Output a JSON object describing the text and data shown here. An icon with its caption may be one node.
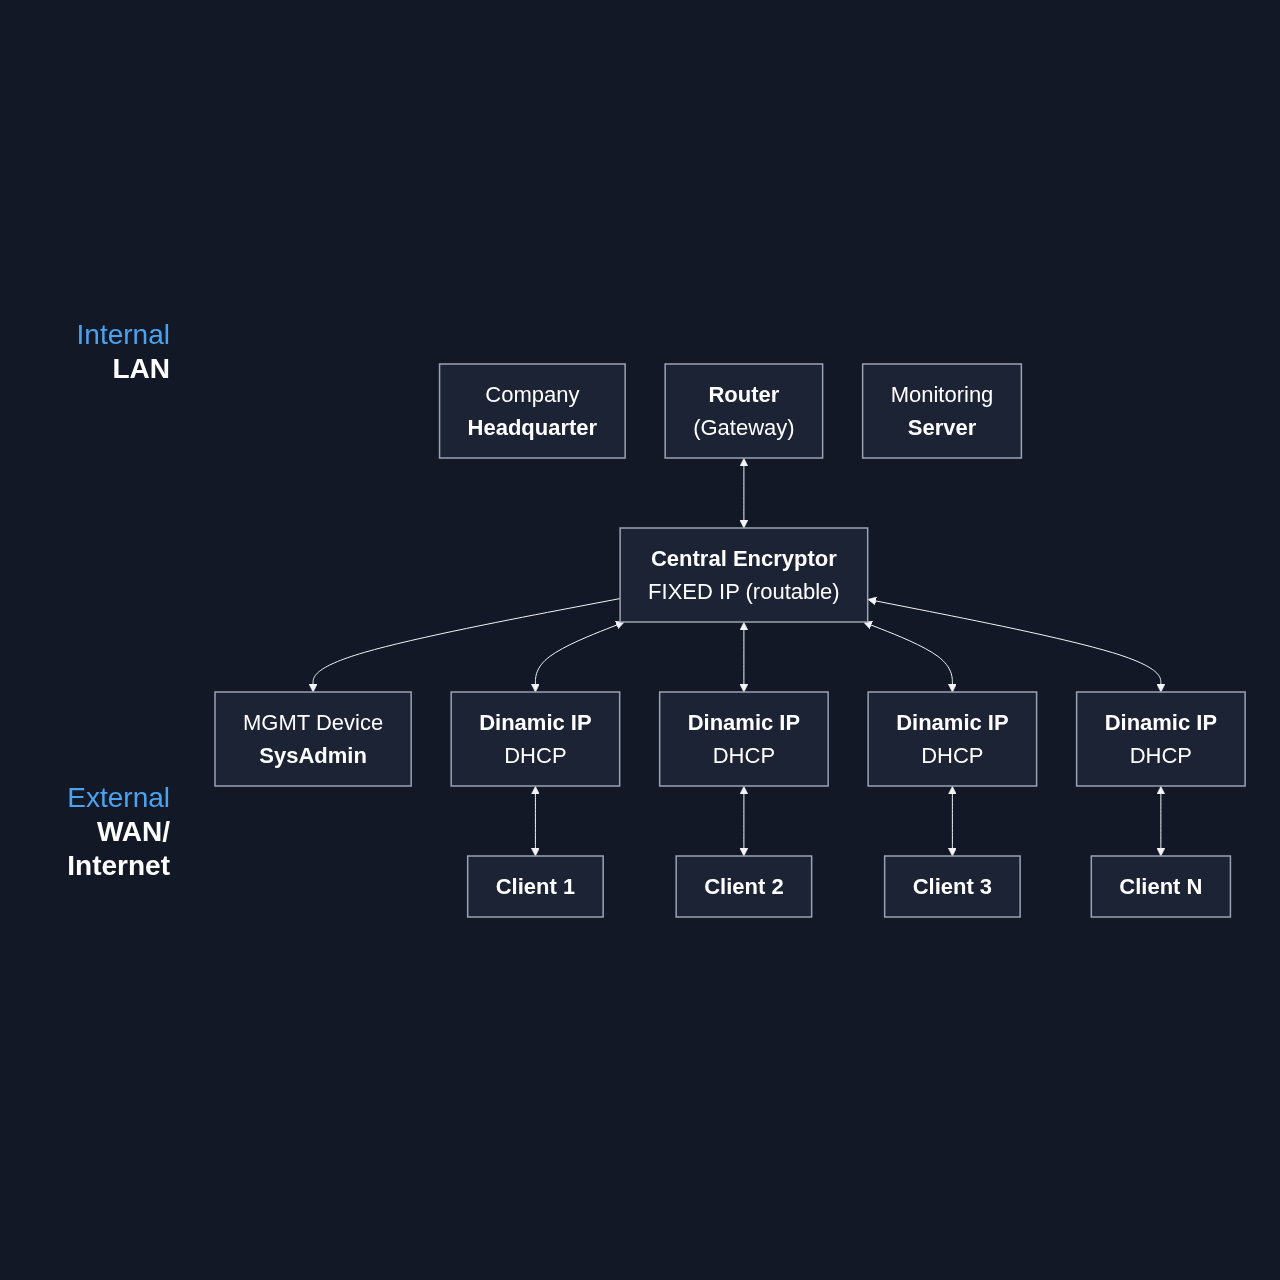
{
  "diagram": {
    "nodes": [
      {
        "text": [
          "Company",
          "Headquarter"
        ]
      },
      {
        "text": [
          "Router",
          "(Gateway)"
        ]
      },
      {
        "text": [
          "MGMT Device",
          "SysAdmin"
        ]
      },
      {
        "text": [
          "Monitoring",
          "Server"
        ]
      },
      {
        "text": [
          "Central Encryptor",
          "FIXED IP (routable)"
        ]
      },
      {
        "text": [
          "Dinamic IP",
          "DHCP"
        ]
      },
      {
        "text": [
          "Dinamic IP",
          "DHCP"
        ]
      },
      {
        "text": [
          "Dinamic IP",
          "DHCP"
        ]
      },
      {
        "text": [
          "Dinamic IP",
          "DHCP"
        ]
      },
      {
        "text": [
          "Client 1"
        ]
      },
      {
        "text": [
          "Client 2"
        ]
      },
      {
        "text": [
          "Client 3"
        ]
      },
      {
        "text": [
          "Client N"
        ]
      }
    ],
    "edges": [
      {
        "from": 1,
        "to": 4,
        "arrow": "both"
      },
      {
        "from": 4,
        "to": 2,
        "arrow": "to"
      },
      {
        "from": 4,
        "to": 5,
        "arrow": "both"
      },
      {
        "from": 4,
        "to": 6,
        "arrow": "both"
      },
      {
        "from": 4,
        "to": 7,
        "arrow": "both"
      },
      {
        "from": 4,
        "to": 8,
        "arrow": "both"
      },
      {
        "from": 5,
        "to": 9,
        "arrow": "both"
      },
      {
        "from": 6,
        "to": 10,
        "arrow": "both"
      },
      {
        "from": 7,
        "to": 11,
        "arrow": "both"
      },
      {
        "from": 8,
        "to": 12,
        "arrow": "both"
      }
    ],
    "labels": [
      "Internal",
      "LAN",
      "External",
      "WAN/ Internet"
    ]
  }
}
